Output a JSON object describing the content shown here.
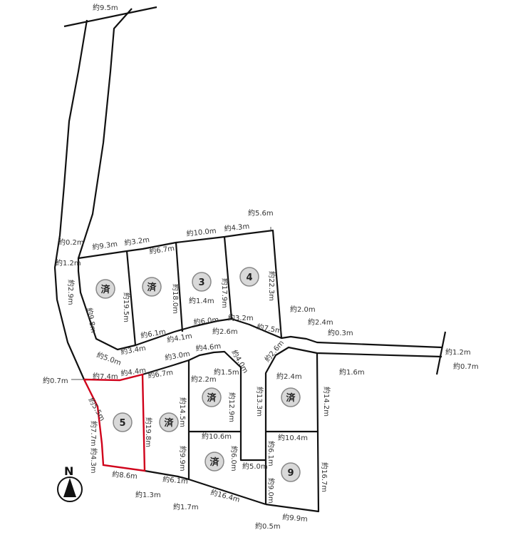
{
  "colors": {
    "line": "#111111",
    "highlight": "#d0021b",
    "lot_fill": "#d9d9d9"
  },
  "north_label": "N",
  "lots": [
    {
      "label": "済",
      "status": "sold"
    },
    {
      "label": "済",
      "status": "sold"
    },
    {
      "label": "3",
      "status": "available"
    },
    {
      "label": "4",
      "status": "available"
    },
    {
      "label": "済",
      "status": "sold"
    },
    {
      "label": "5",
      "status": "selected"
    },
    {
      "label": "済",
      "status": "sold"
    },
    {
      "label": "済",
      "status": "sold"
    },
    {
      "label": "済",
      "status": "sold"
    },
    {
      "label": "9",
      "status": "available"
    }
  ],
  "dimensions": [
    "約9.5m",
    "約0.2m",
    "約1.2m",
    "約2.9m",
    "約9.8m",
    "約9.3m",
    "約3.2m",
    "約6.7m",
    "約10.0m",
    "約4.3m",
    "約5.6m",
    "約19.5m",
    "約18.0m",
    "約17.9m",
    "約22.3m",
    "約1.4m",
    "約6.1m",
    "約4.1m",
    "約6.0m",
    "約2.6m",
    "約3.2m",
    "約7.5m",
    "約5.0m",
    "約3.4m",
    "約2.0m",
    "約2.4m",
    "約0.3m",
    "約1.2m",
    "約0.7m",
    "約1.6m",
    "約2.6m",
    "約2.4m",
    "約0.7m",
    "約7.4m",
    "約4.4m",
    "約6.7m",
    "約3.0m",
    "約4.6m",
    "約4.0m",
    "約2.2m",
    "約1.5m",
    "約5.5m",
    "約7.7m",
    "約4.3m",
    "約19.8m",
    "約14.5m",
    "約12.9m",
    "約13.3m",
    "約14.2m",
    "約10.6m",
    "約10.4m",
    "約9.9m",
    "約6.0m",
    "約6.1m",
    "約5.0m",
    "約9.0m",
    "約16.7m",
    "約8.6m",
    "約1.3m",
    "約6.1m",
    "約1.7m",
    "約16.4m",
    "約9.9m",
    "約0.5m"
  ]
}
